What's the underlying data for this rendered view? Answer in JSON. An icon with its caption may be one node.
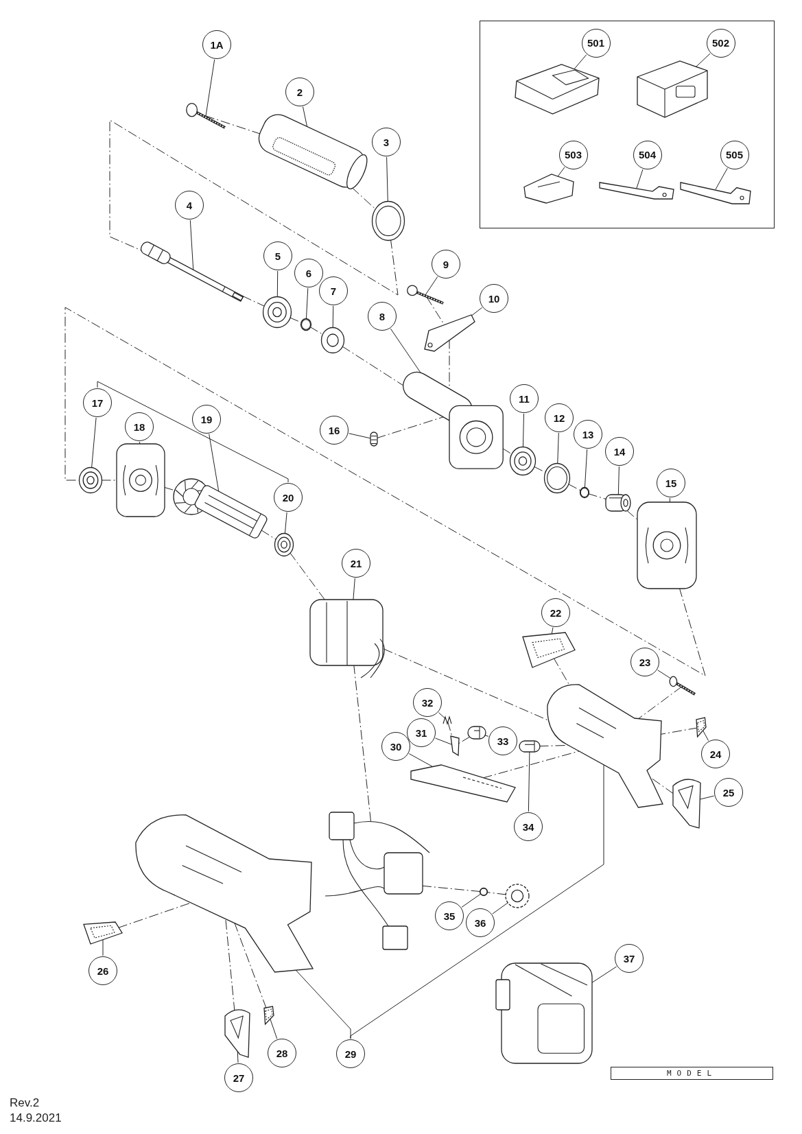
{
  "diagram": {
    "nodes": [
      {
        "text": [],
        "shape": "box"
      },
      {
        "text": [
          "501"
        ],
        "in": 0
      },
      {
        "text": [],
        "shape": "picture",
        "in": 0
      },
      {
        "text": [
          "502"
        ],
        "in": 0
      },
      {
        "text": [],
        "shape": "picture",
        "in": 0
      },
      {
        "text": [
          "503"
        ],
        "in": 0
      },
      {
        "text": [],
        "shape": "picture",
        "in": 0
      },
      {
        "text": [
          "504"
        ],
        "in": 0
      },
      {
        "text": [],
        "shape": "picture",
        "in": 0
      },
      {
        "text": [
          "505"
        ],
        "in": 0
      },
      {
        "text": [],
        "shape": "picture",
        "in": 0
      },
      {
        "text": [
          "1A"
        ]
      },
      {
        "text": [],
        "shape": "picture"
      },
      {
        "text": [
          "2"
        ]
      },
      {
        "text": [],
        "shape": "picture"
      },
      {
        "text": [
          "3"
        ]
      },
      {
        "text": [],
        "shape": "picture"
      },
      {
        "text": [
          "4"
        ]
      },
      {
        "text": [],
        "shape": "picture"
      },
      {
        "text": [
          "5"
        ]
      },
      {
        "text": [],
        "shape": "picture"
      },
      {
        "text": [
          "6"
        ]
      },
      {
        "text": [],
        "shape": "picture"
      },
      {
        "text": [
          "7"
        ]
      },
      {
        "text": [],
        "shape": "picture"
      },
      {
        "text": [
          "8"
        ]
      },
      {
        "text": [],
        "shape": "picture"
      },
      {
        "text": [
          "9"
        ]
      },
      {
        "text": [],
        "shape": "picture"
      },
      {
        "text": [
          "10"
        ]
      },
      {
        "text": [],
        "shape": "picture"
      },
      {
        "text": [
          "11"
        ]
      },
      {
        "text": [],
        "shape": "picture"
      },
      {
        "text": [
          "12"
        ]
      },
      {
        "text": [],
        "shape": "picture"
      },
      {
        "text": [
          "13"
        ]
      },
      {
        "text": [],
        "shape": "picture"
      },
      {
        "text": [
          "14"
        ]
      },
      {
        "text": [],
        "shape": "picture"
      },
      {
        "text": [
          "15"
        ]
      },
      {
        "text": [],
        "shape": "picture"
      },
      {
        "text": [
          "16"
        ]
      },
      {
        "text": [],
        "shape": "picture"
      },
      {
        "text": [
          "17"
        ]
      },
      {
        "text": [],
        "shape": "picture"
      },
      {
        "text": [
          "18"
        ]
      },
      {
        "text": [],
        "shape": "picture"
      },
      {
        "text": [
          "19"
        ]
      },
      {
        "text": [],
        "shape": "picture"
      },
      {
        "text": [
          "20"
        ]
      },
      {
        "text": [],
        "shape": "picture"
      },
      {
        "text": [
          "21"
        ]
      },
      {
        "text": [],
        "shape": "picture"
      },
      {
        "text": [
          "22"
        ]
      },
      {
        "text": [],
        "shape": "picture"
      },
      {
        "text": [
          "23"
        ]
      },
      {
        "text": [],
        "shape": "picture"
      },
      {
        "text": [
          "24"
        ]
      },
      {
        "text": [],
        "shape": "picture"
      },
      {
        "text": [
          "25"
        ]
      },
      {
        "text": [],
        "shape": "picture"
      },
      {
        "text": [
          "26"
        ]
      },
      {
        "text": [],
        "shape": "picture"
      },
      {
        "text": [
          "27"
        ]
      },
      {
        "text": [],
        "shape": "picture"
      },
      {
        "text": [
          "28"
        ]
      },
      {
        "text": [],
        "shape": "picture"
      },
      {
        "text": [
          "29"
        ]
      },
      {
        "text": [],
        "shape": "picture"
      },
      {
        "text": [],
        "shape": "picture"
      },
      {
        "text": [
          "30"
        ]
      },
      {
        "text": [],
        "shape": "picture"
      },
      {
        "text": [
          "31"
        ]
      },
      {
        "text": [],
        "shape": "picture"
      },
      {
        "text": [
          "32"
        ]
      },
      {
        "text": [],
        "shape": "picture"
      },
      {
        "text": [
          "33"
        ]
      },
      {
        "text": [],
        "shape": "picture"
      },
      {
        "text": [
          "34"
        ]
      },
      {
        "text": [],
        "shape": "picture"
      },
      {
        "text": [
          "35"
        ]
      },
      {
        "text": [],
        "shape": "picture"
      },
      {
        "text": [
          "36"
        ]
      },
      {
        "text": [],
        "shape": "picture"
      },
      {
        "text": [
          "37"
        ]
      },
      {
        "text": [],
        "shape": "picture"
      },
      {
        "text": [],
        "shape": "picture"
      }
    ],
    "edges": [
      {
        "from": 1,
        "to": 2,
        "arrow": "none"
      },
      {
        "from": 3,
        "to": 4,
        "arrow": "none"
      },
      {
        "from": 5,
        "to": 6,
        "arrow": "none"
      },
      {
        "from": 7,
        "to": 8,
        "arrow": "none"
      },
      {
        "from": 9,
        "to": 10,
        "arrow": "none"
      },
      {
        "from": 11,
        "to": 12,
        "arrow": "none"
      },
      {
        "from": 13,
        "to": 14,
        "arrow": "none"
      },
      {
        "from": 15,
        "to": 16,
        "arrow": "none"
      },
      {
        "from": 17,
        "to": 18,
        "arrow": "none"
      },
      {
        "from": 19,
        "to": 20,
        "arrow": "none"
      },
      {
        "from": 21,
        "to": 22,
        "arrow": "none"
      },
      {
        "from": 23,
        "to": 24,
        "arrow": "none"
      },
      {
        "from": 25,
        "to": 26,
        "arrow": "none"
      },
      {
        "from": 27,
        "to": 28,
        "arrow": "none"
      },
      {
        "from": 29,
        "to": 30,
        "arrow": "none"
      },
      {
        "from": 31,
        "to": 32,
        "arrow": "none"
      },
      {
        "from": 33,
        "to": 34,
        "arrow": "none"
      },
      {
        "from": 35,
        "to": 36,
        "arrow": "none"
      },
      {
        "from": 37,
        "to": 38,
        "arrow": "none"
      },
      {
        "from": 39,
        "to": 40,
        "arrow": "none"
      },
      {
        "from": 41,
        "to": 42,
        "arrow": "none"
      },
      {
        "from": 43,
        "to": 44,
        "arrow": "none"
      },
      {
        "from": 45,
        "to": 46,
        "arrow": "none"
      },
      {
        "from": 47,
        "to": 48,
        "arrow": "none"
      },
      {
        "from": 49,
        "to": 50,
        "arrow": "none"
      },
      {
        "from": 51,
        "to": 52,
        "arrow": "none"
      },
      {
        "from": 53,
        "to": 54,
        "arrow": "none"
      },
      {
        "from": 55,
        "to": 56,
        "arrow": "none"
      },
      {
        "from": 57,
        "to": 58,
        "arrow": "none"
      },
      {
        "from": 59,
        "to": 60,
        "arrow": "none"
      },
      {
        "from": 61,
        "to": 62,
        "arrow": "none"
      },
      {
        "from": 63,
        "to": 64,
        "arrow": "none"
      },
      {
        "from": 65,
        "to": 66,
        "arrow": "none"
      },
      {
        "from": 67,
        "to": 68,
        "arrow": "none"
      },
      {
        "from": 67,
        "to": 69,
        "arrow": "none"
      },
      {
        "from": 70,
        "to": 71,
        "arrow": "none"
      },
      {
        "from": 72,
        "to": 73,
        "arrow": "none"
      },
      {
        "from": 74,
        "to": 75,
        "arrow": "none"
      },
      {
        "from": 76,
        "to": 77,
        "arrow": "none"
      },
      {
        "from": 78,
        "to": 79,
        "arrow": "none"
      },
      {
        "from": 80,
        "to": 81,
        "arrow": "none"
      },
      {
        "from": 82,
        "to": 83,
        "arrow": "none"
      },
      {
        "from": 84,
        "to": 85,
        "arrow": "none"
      },
      {
        "from": 43,
        "to": 49,
        "arrow": "none"
      },
      {
        "from": 12,
        "to": 14,
        "arrow": "none",
        "style": "dashed"
      },
      {
        "from": 14,
        "to": 16,
        "arrow": "none",
        "style": "dashed"
      },
      {
        "from": 16,
        "to": 18,
        "arrow": "none",
        "style": "dashed"
      },
      {
        "from": 18,
        "to": 20,
        "arrow": "none",
        "style": "dashed"
      },
      {
        "from": 20,
        "to": 22,
        "arrow": "none",
        "style": "dashed"
      },
      {
        "from": 22,
        "to": 24,
        "arrow": "none",
        "style": "dashed"
      },
      {
        "from": 24,
        "to": 26,
        "arrow": "none",
        "style": "dashed"
      },
      {
        "from": 28,
        "to": 30,
        "arrow": "none",
        "style": "dashed"
      },
      {
        "from": 30,
        "to": 26,
        "arrow": "none",
        "style": "dashed"
      },
      {
        "from": 42,
        "to": 26,
        "arrow": "none",
        "style": "dashed"
      },
      {
        "from": 26,
        "to": 32,
        "arrow": "none",
        "style": "dashed"
      },
      {
        "from": 32,
        "to": 34,
        "arrow": "none",
        "style": "dashed"
      },
      {
        "from": 34,
        "to": 36,
        "arrow": "none",
        "style": "dashed"
      },
      {
        "from": 36,
        "to": 38,
        "arrow": "none",
        "style": "dashed"
      },
      {
        "from": 38,
        "to": 40,
        "arrow": "none",
        "style": "dashed"
      },
      {
        "from": 40,
        "to": 44,
        "arrow": "none",
        "style": "dashed"
      },
      {
        "from": 44,
        "to": 46,
        "arrow": "none",
        "style": "dashed"
      },
      {
        "from": 46,
        "to": 48,
        "arrow": "none",
        "style": "dashed"
      },
      {
        "from": 48,
        "to": 50,
        "arrow": "none",
        "style": "dashed"
      },
      {
        "from": 50,
        "to": 52,
        "arrow": "none",
        "style": "dashed"
      },
      {
        "from": 52,
        "to": 69,
        "arrow": "none",
        "style": "dashed"
      },
      {
        "from": 52,
        "to": 86,
        "arrow": "none",
        "style": "dashed"
      },
      {
        "from": 54,
        "to": 69,
        "arrow": "none",
        "style": "dashed"
      },
      {
        "from": 56,
        "to": 69,
        "arrow": "none",
        "style": "dashed"
      },
      {
        "from": 58,
        "to": 69,
        "arrow": "none",
        "style": "dashed"
      },
      {
        "from": 60,
        "to": 69,
        "arrow": "none",
        "style": "dashed"
      },
      {
        "from": 75,
        "to": 73,
        "arrow": "none",
        "style": "dashed"
      },
      {
        "from": 77,
        "to": 73,
        "arrow": "none",
        "style": "dashed"
      },
      {
        "from": 79,
        "to": 69,
        "arrow": "none",
        "style": "dashed"
      },
      {
        "from": 71,
        "to": 69,
        "arrow": "none",
        "style": "dashed"
      },
      {
        "from": 62,
        "to": 68,
        "arrow": "none",
        "style": "dashed"
      },
      {
        "from": 64,
        "to": 68,
        "arrow": "none",
        "style": "dashed"
      },
      {
        "from": 66,
        "to": 68,
        "arrow": "none",
        "style": "dashed"
      },
      {
        "from": 81,
        "to": 86,
        "arrow": "none",
        "style": "dashed"
      },
      {
        "from": 83,
        "to": 81,
        "arrow": "none",
        "style": "dashed"
      }
    ],
    "labels": [
      "MODEL",
      "Rev.2",
      "14.9.2021"
    ]
  }
}
